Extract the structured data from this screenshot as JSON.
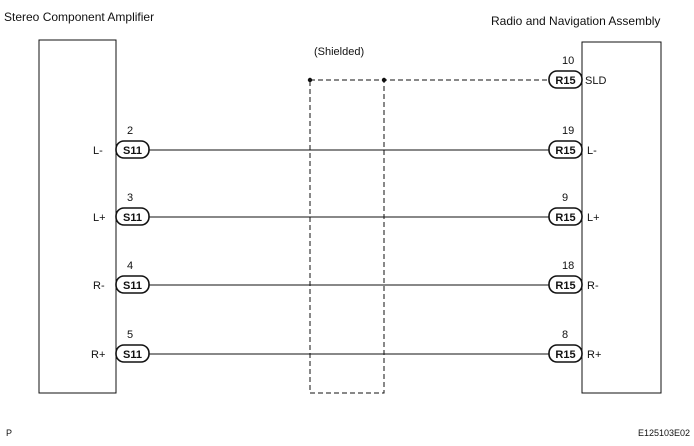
{
  "left_component": {
    "title": "Stereo Component Amplifier",
    "connector": "S11"
  },
  "right_component": {
    "title": "Radio and Navigation Assembly",
    "connector": "R15"
  },
  "shield": {
    "label": "(Shielded)",
    "right_pin": "10",
    "right_signal": "SLD"
  },
  "wires": [
    {
      "left_signal": "L-",
      "left_pin": "2",
      "right_pin": "19",
      "right_signal": "L-"
    },
    {
      "left_signal": "L+",
      "left_pin": "3",
      "right_pin": "9",
      "right_signal": "L+"
    },
    {
      "left_signal": "R-",
      "left_pin": "4",
      "right_pin": "18",
      "right_signal": "R-"
    },
    {
      "left_signal": "R+",
      "left_pin": "5",
      "right_pin": "8",
      "right_signal": "R+"
    }
  ],
  "footer": {
    "left": "P",
    "right": "E125103E02"
  }
}
